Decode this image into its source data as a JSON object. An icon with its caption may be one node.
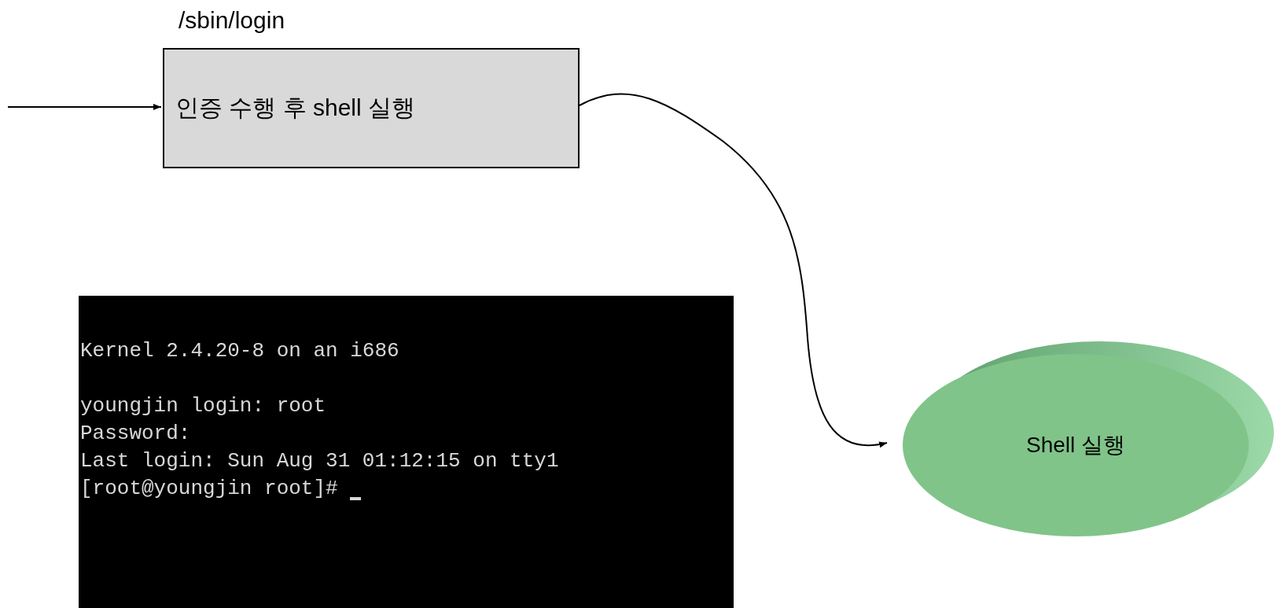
{
  "diagram": {
    "nodes": [
      {
        "text": [
          "인증 수행 후 shell 실행"
        ],
        "beside": [
          "/sbin/login"
        ]
      },
      {
        "text": [
          "Shell 실행"
        ]
      }
    ],
    "edges": [
      {
        "from": null,
        "to": 0,
        "arrow": "to"
      },
      {
        "from": 0,
        "to": 1,
        "arrow": "to"
      }
    ],
    "labels": [
      "Kernel 2.4.20-8 on an i686",
      "youngjin login: root",
      "Password:",
      "Last login: Sun Aug 31 01:12:15 on tty1",
      "[root@youngjin root]#"
    ]
  }
}
